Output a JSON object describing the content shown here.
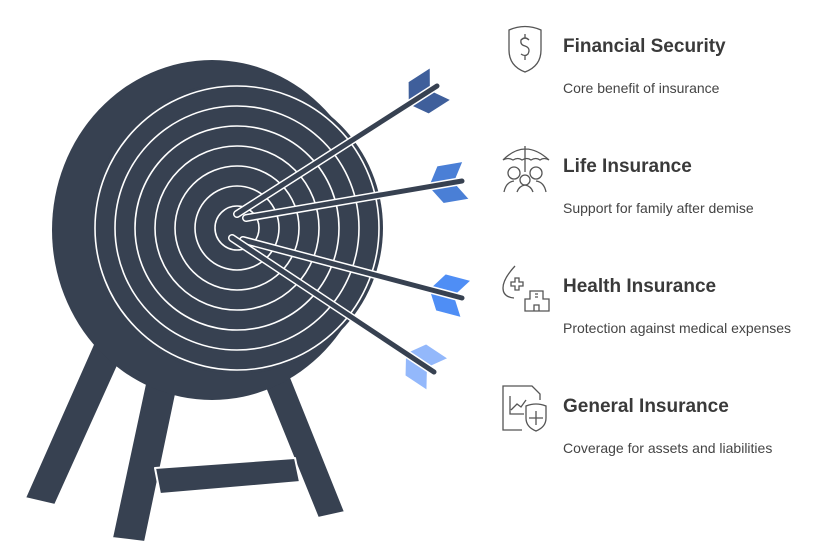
{
  "colors": {
    "target": "#374151",
    "arrow1": "#3f5f9b",
    "arrow2": "#4a7fd6",
    "arrow3": "#4f8ef5",
    "arrow4": "#93b8fb",
    "icon": "#555555"
  },
  "items": [
    {
      "title": "Financial Security",
      "subtitle": "Core benefit of insurance",
      "icon": "shield-dollar-icon"
    },
    {
      "title": "Life Insurance",
      "subtitle": "Support for family after demise",
      "icon": "umbrella-family-icon"
    },
    {
      "title": "Health Insurance",
      "subtitle": "Protection against medical expenses",
      "icon": "drop-hospital-icon"
    },
    {
      "title": "General Insurance",
      "subtitle": "Coverage for assets and liabilities",
      "icon": "document-chart-shield-icon"
    }
  ]
}
